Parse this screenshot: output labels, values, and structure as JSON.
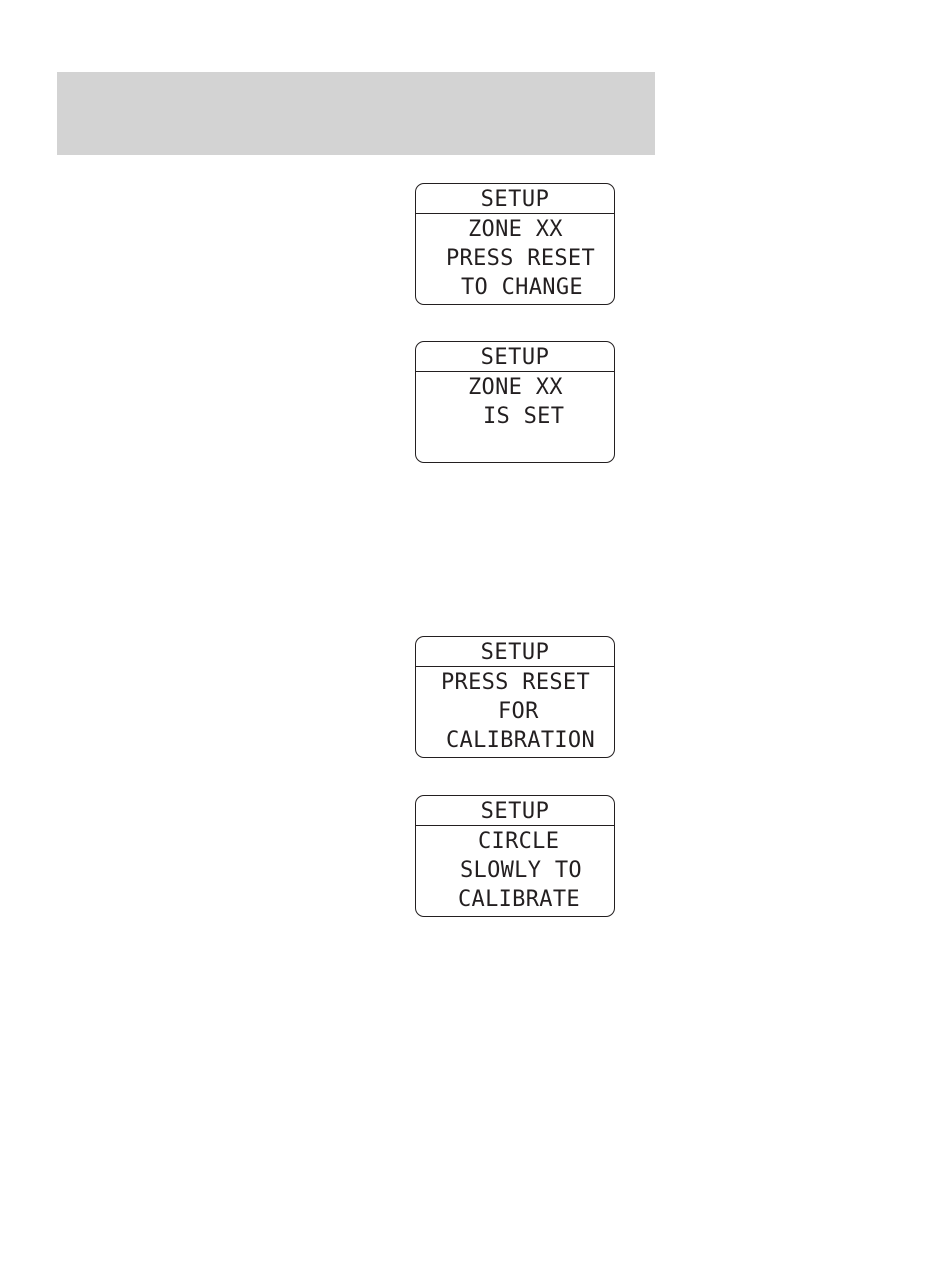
{
  "displays": [
    {
      "title": "SETUP",
      "lines": [
        "ZONE XX",
        "PRESS RESET",
        "TO CHANGE"
      ]
    },
    {
      "title": "SETUP",
      "lines": [
        "ZONE XX",
        "IS SET"
      ]
    },
    {
      "title": "SETUP",
      "lines": [
        "PRESS RESET",
        "FOR",
        "CALIBRATION"
      ]
    },
    {
      "title": "SETUP",
      "lines": [
        "CIRCLE",
        "SLOWLY TO",
        "CALIBRATE"
      ]
    }
  ]
}
